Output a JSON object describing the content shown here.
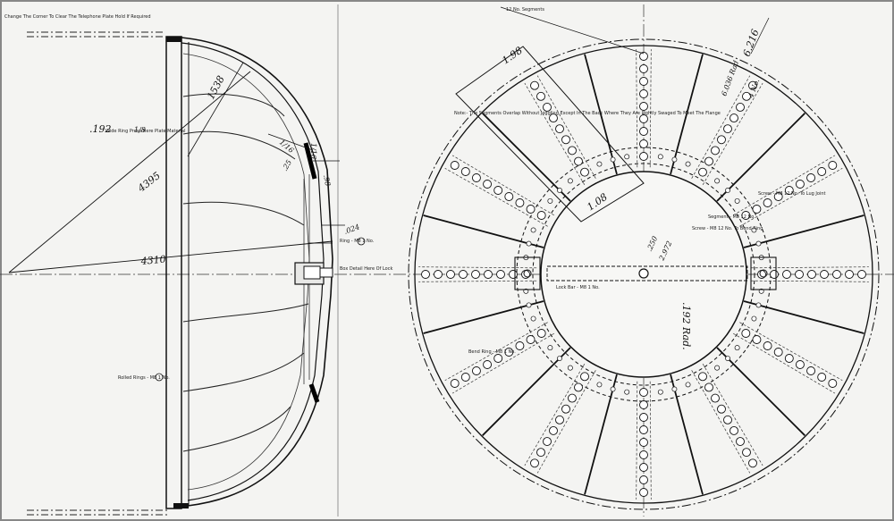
{
  "notes": {
    "top_left_note": "Change The Corner To Clear The Telephone Plate Hold If Required",
    "segments_note": "12 No. Segments",
    "bending_note": "Note:- The Segments Overlap Without Joggling Except In The Back Where They Are Lightly Swaged To Meet The Flange",
    "fixed_rings_note": "Rolled Rings - M8 1 No.",
    "ring_note": "Ring - M8 1 No.",
    "segment_note": "Segment - M8 12 No.",
    "screw_note": "Screw - M8 12 No. To Bend Ring",
    "nut_note": "Screw - M8 12 No. To Lug Joint",
    "lock_note": "Lock Bar - M8 1 No.",
    "bend_ring_note": "Bend Ring - M8 1 No.",
    "bolt_note": "Box Detail Here Of Lock",
    "plate_note": "Wide Ring Press Here Plate Material"
  },
  "dimensions": {
    "d_1538": "1538",
    "d_4395": "4395",
    "d_4310": "4310",
    "d_192_left": ".192",
    "d_1_8": "1/8",
    "d_1_16": "1/16",
    "d_1_16b": "1/16",
    "d_25": ".25",
    "d_98": ".98",
    "d_024": ".024",
    "d_198": "1.98",
    "d_108": "1.08",
    "d_250": ".250",
    "d_2972": "2.972",
    "d_192_right": ".192 Rad.",
    "d_6216": "6.216",
    "d_6036": "6.036 Rad",
    "d_4n": "4 No."
  }
}
